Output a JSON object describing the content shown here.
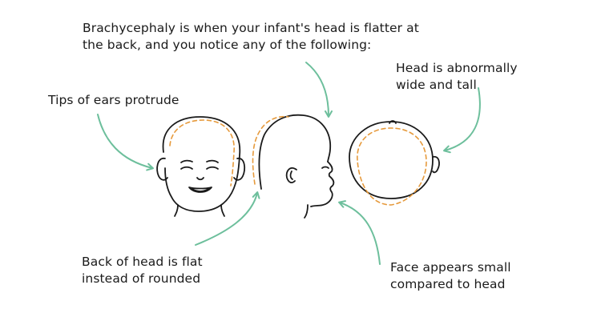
{
  "colors": {
    "ink": "#1a1a1a",
    "arrow": "#6dbf9c",
    "outline": "#e69a3c"
  },
  "labels": {
    "intro": [
      "Brachycephaly is when your infant's head is flatter at",
      "the back, and you notice any of the following:"
    ],
    "ears": [
      "Tips of ears protrude"
    ],
    "wide": [
      "Head is abnormally",
      "wide and tall"
    ],
    "flat": [
      "Back of head is flat",
      "instead of rounded"
    ],
    "face": [
      "Face appears small",
      "compared to head"
    ]
  }
}
